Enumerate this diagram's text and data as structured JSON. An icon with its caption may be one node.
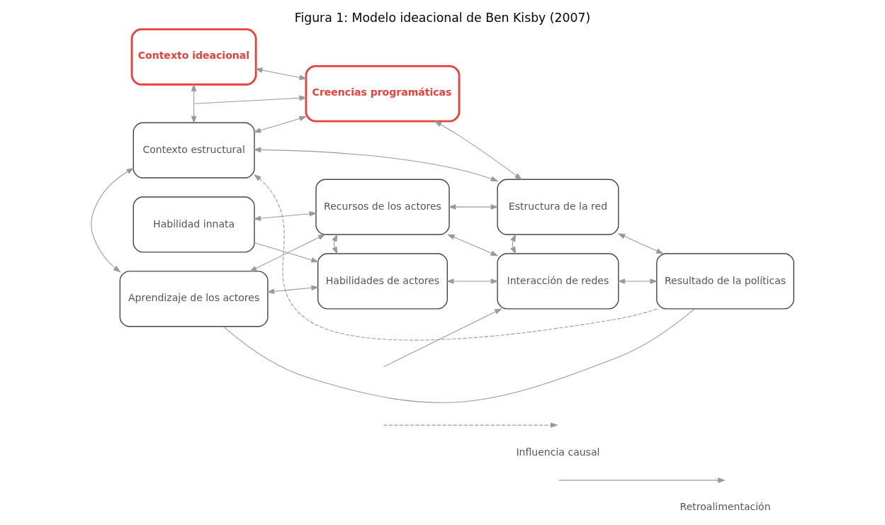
{
  "diagram": {
    "title": "Figura 1: Modelo ideacional de Ben Kisby (2007)",
    "nodes": [
      {
        "text": [
          "Contexto ideacional"
        ]
      },
      {
        "text": [
          "Creencias programáticas"
        ]
      },
      {
        "text": [
          "Contexto estructural"
        ]
      },
      {
        "text": [
          "Estructura de la red"
        ]
      },
      {
        "text": [
          "Recursos de los actores"
        ]
      },
      {
        "text": [
          "Resultado de la políticas"
        ]
      },
      {
        "text": [
          "Habilidad innata"
        ]
      },
      {
        "text": [
          "Interacción de redes"
        ]
      },
      {
        "text": [
          "Habilidades de actores"
        ]
      },
      {
        "text": [
          "Aprendizaje de los actores"
        ]
      }
    ],
    "edges": [
      {
        "from": 0,
        "to": 1,
        "arrow": "both"
      },
      {
        "from": 0,
        "to": 2,
        "arrow": "both"
      },
      {
        "from": 2,
        "to": 1,
        "arrow": "both"
      },
      {
        "from": 1,
        "to": 3,
        "arrow": "both"
      },
      {
        "from": 2,
        "to": 3,
        "arrow": "both"
      },
      {
        "from": 4,
        "to": 3,
        "arrow": "both"
      },
      {
        "from": 4,
        "to": 7,
        "arrow": "both"
      },
      {
        "from": 6,
        "to": 4,
        "arrow": "both"
      },
      {
        "from": 6,
        "to": 8,
        "arrow": "to"
      },
      {
        "from": 9,
        "to": 8,
        "arrow": "both"
      },
      {
        "from": 4,
        "to": 8,
        "arrow": "both"
      },
      {
        "from": 8,
        "to": 7,
        "arrow": "both"
      },
      {
        "from": 3,
        "to": 7,
        "arrow": "both"
      },
      {
        "from": 3,
        "to": 5,
        "arrow": "both"
      },
      {
        "from": 7,
        "to": 5,
        "arrow": "both"
      },
      {
        "from": 5,
        "to": 2,
        "arrow": "to",
        "style": "dashed"
      },
      {
        "from": null,
        "to": 1,
        "arrow": "to"
      },
      {
        "from": null,
        "to": 7,
        "arrow": "to"
      },
      {
        "from": 2,
        "to": 9,
        "arrow": "both"
      },
      {
        "from": 4,
        "to": 9,
        "arrow": "both"
      },
      {
        "from": 9,
        "to": 5,
        "arrow": "none"
      }
    ],
    "legend": [
      {
        "text": "Influencia causal"
      },
      {
        "text": "Retroalimentación"
      }
    ]
  }
}
